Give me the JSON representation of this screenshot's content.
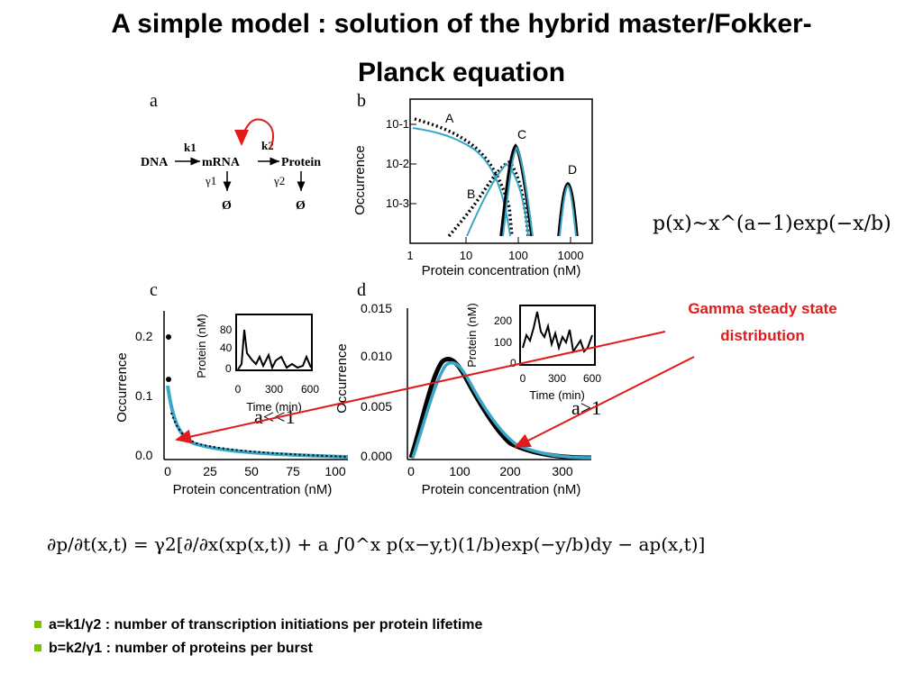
{
  "slide": {
    "title_line1": "A simple model : solution of the hybrid master/Fokker-",
    "title_line2": "Planck equation",
    "gamma_note_line1": "Gamma steady state",
    "gamma_note_line2": "distribution",
    "stationary_formula": "p(x)~x^(a−1)exp(−x/b)",
    "master_equation": "∂p/∂t(x,t) = γ2[∂/∂x(xp(x,t)) + a ∫0^x p(x−y,t)(1/b)exp(−y/b)dy − ap(x,t)]",
    "regime_c": "a<<1",
    "regime_d": "a>1",
    "bullets": [
      "a=k1/γ2 : number of transcription initiations per protein lifetime",
      "b=k2/γ1 : number of  proteins per burst"
    ]
  },
  "panels": {
    "a": {
      "label": "a",
      "species": [
        "DNA",
        "mRNA",
        "Protein"
      ],
      "rates": [
        "k1",
        "k2",
        "γ1",
        "γ2"
      ],
      "sinks": [
        "Ø",
        "Ø"
      ]
    },
    "b": {
      "label": "b",
      "ylabel": "Occurrence",
      "xlabel": "Protein concentration (nM)",
      "yticks": [
        "10-1",
        "10-2",
        "10-3"
      ],
      "xticks": [
        "1",
        "10",
        "100",
        "1000"
      ],
      "curve_labels": [
        "A",
        "B",
        "C",
        "D"
      ]
    },
    "c": {
      "label": "c",
      "ylabel": "Occurrence",
      "xlabel": "Protein concentration (nM)",
      "yticks": [
        "0.0",
        "0.1",
        "0.2"
      ],
      "xticks": [
        "0",
        "25",
        "50",
        "75",
        "100"
      ],
      "inset": {
        "ylabel": "Protein (nM)",
        "xlabel": "Time (min)",
        "yticks": [
          "0",
          "40",
          "80"
        ],
        "xticks": [
          "0",
          "300",
          "600"
        ]
      }
    },
    "d": {
      "label": "d",
      "ylabel": "Occurrence",
      "xlabel": "Protein concentration (nM)",
      "yticks": [
        "0.000",
        "0.005",
        "0.010",
        "0.015"
      ],
      "xticks": [
        "0",
        "100",
        "200",
        "300"
      ],
      "inset": {
        "ylabel": "Protein (nM)",
        "xlabel": "Time (min)",
        "yticks": [
          "0",
          "100",
          "200"
        ],
        "xticks": [
          "0",
          "300",
          "600"
        ]
      }
    }
  },
  "colors": {
    "fit": "#3aa7c8",
    "data": "#000000",
    "arrow": "#e01b1b",
    "bullet": "#78c000"
  }
}
